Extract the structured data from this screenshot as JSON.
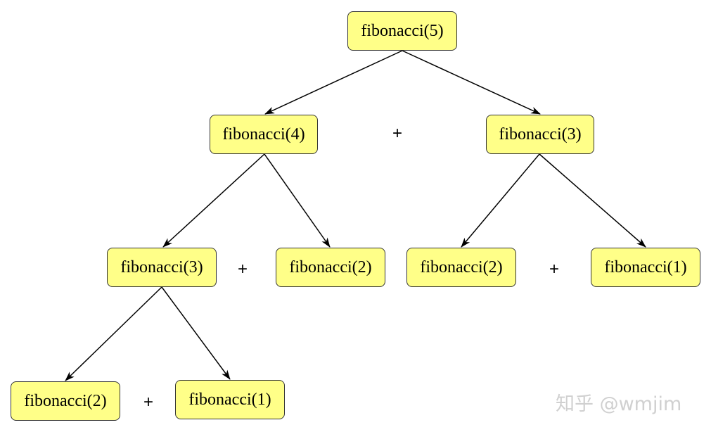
{
  "nodes": {
    "n5": "fibonacci(5)",
    "n4": "fibonacci(4)",
    "n3a": "fibonacci(3)",
    "n3b": "fibonacci(3)",
    "n2a": "fibonacci(2)",
    "n2b": "fibonacci(2)",
    "n1a": "fibonacci(1)",
    "n2c": "fibonacci(2)",
    "n1b": "fibonacci(1)"
  },
  "operators": {
    "plus_1": "+",
    "plus_2": "+",
    "plus_3": "+",
    "plus_4": "+"
  },
  "watermark": "知乎 @wmjim",
  "colors": {
    "node_fill": "#ffff88",
    "node_border": "#333333",
    "edge": "#000000"
  }
}
